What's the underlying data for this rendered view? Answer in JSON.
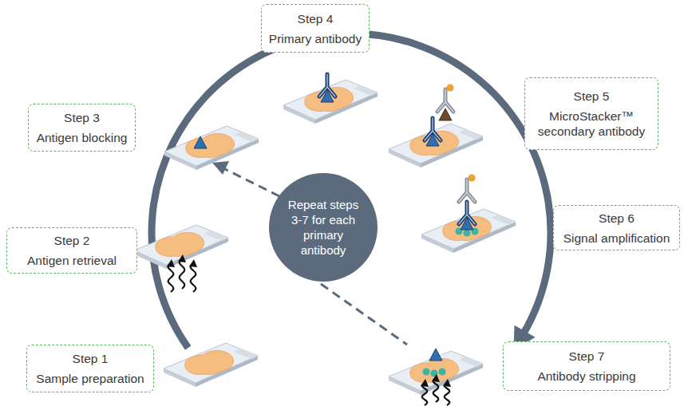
{
  "diagram": {
    "nodes": [
      {
        "text": [
          "Step 1",
          "Sample preparation"
        ]
      },
      {
        "text": [
          "Step 2",
          "Antigen retrieval"
        ]
      },
      {
        "text": [
          "Step 3",
          "Antigen blocking"
        ]
      },
      {
        "text": [
          "Step 4",
          "Primary antibody"
        ]
      },
      {
        "text": [
          "Step 5",
          "MicroStacker™ secondary antibody"
        ]
      },
      {
        "text": [
          "Step 6",
          "Signal amplification"
        ]
      },
      {
        "text": [
          "Step 7",
          "Antibody stripping"
        ]
      },
      {
        "text": [
          "Repeat steps 3-7 for each primary antibody"
        ]
      }
    ]
  }
}
